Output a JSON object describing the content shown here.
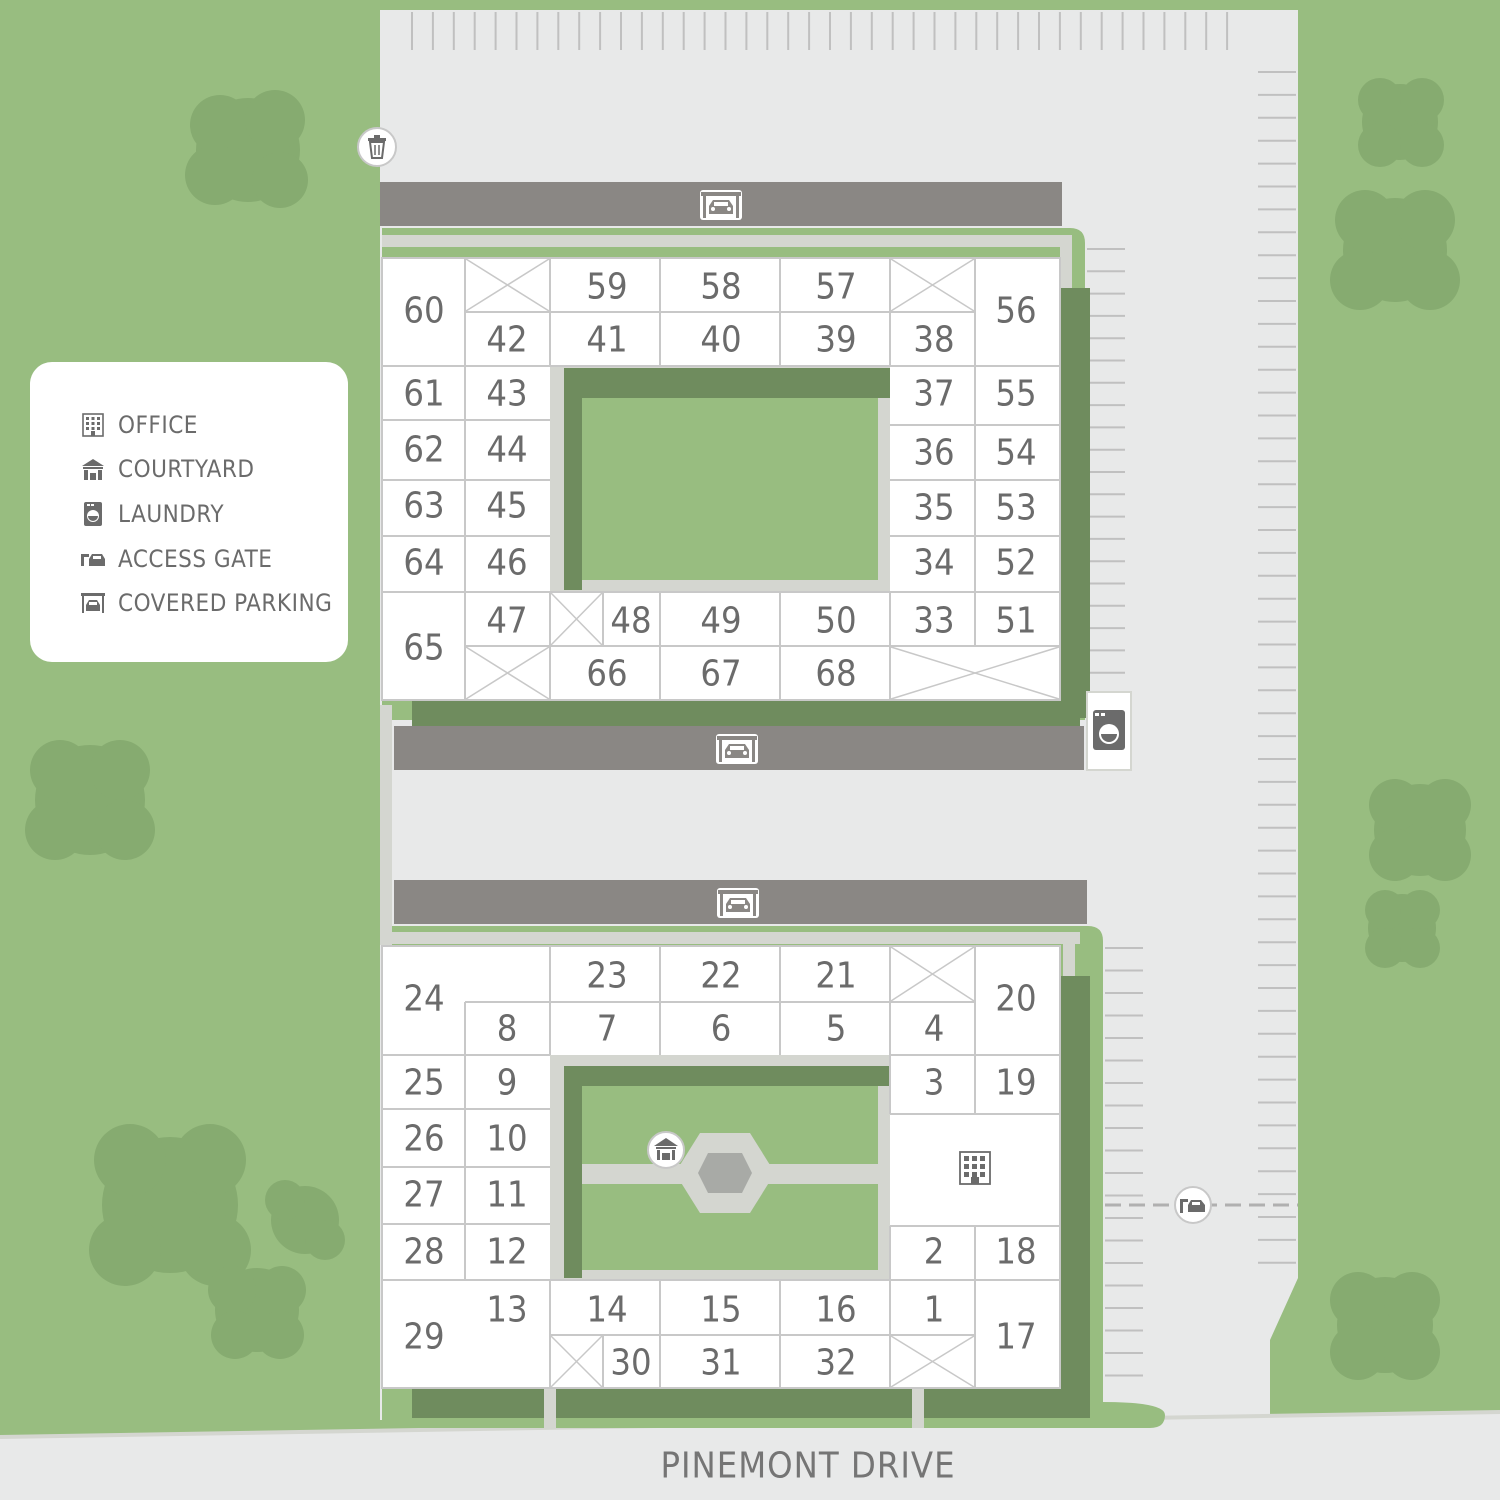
{
  "street": {
    "name": "PINEMONT DRIVE"
  },
  "legend": {
    "items": [
      {
        "icon": "office-icon",
        "label": "OFFICE"
      },
      {
        "icon": "courtyard-icon",
        "label": "COURTYARD"
      },
      {
        "icon": "laundry-icon",
        "label": "LAUNDRY"
      },
      {
        "icon": "access-gate-icon",
        "label": "ACCESS GATE"
      },
      {
        "icon": "covered-parking-icon",
        "label": "COVERED PARKING"
      }
    ]
  },
  "units": {
    "north": [
      "60",
      "42",
      "59",
      "58",
      "57",
      "56",
      "41",
      "40",
      "39",
      "38",
      "61",
      "43",
      "37",
      "55",
      "62",
      "44",
      "36",
      "54",
      "63",
      "45",
      "35",
      "53",
      "64",
      "46",
      "34",
      "52",
      "65",
      "47",
      "48",
      "49",
      "50",
      "33",
      "51",
      "66",
      "67",
      "68"
    ],
    "south": [
      "24",
      "23",
      "22",
      "21",
      "20",
      "8",
      "7",
      "6",
      "5",
      "4",
      "25",
      "9",
      "3",
      "19",
      "26",
      "10",
      "27",
      "11",
      "28",
      "12",
      "2",
      "18",
      "29",
      "13",
      "14",
      "15",
      "16",
      "1",
      "17",
      "30",
      "31",
      "32"
    ]
  },
  "colors": {
    "grass": "#98bd80",
    "pavement": "#e8e9e9",
    "building": "#ffffff",
    "carport": "#8a8784",
    "shadow": "#6f8c5e",
    "tree": "#86ab70",
    "walkway": "#d4d6d0"
  }
}
